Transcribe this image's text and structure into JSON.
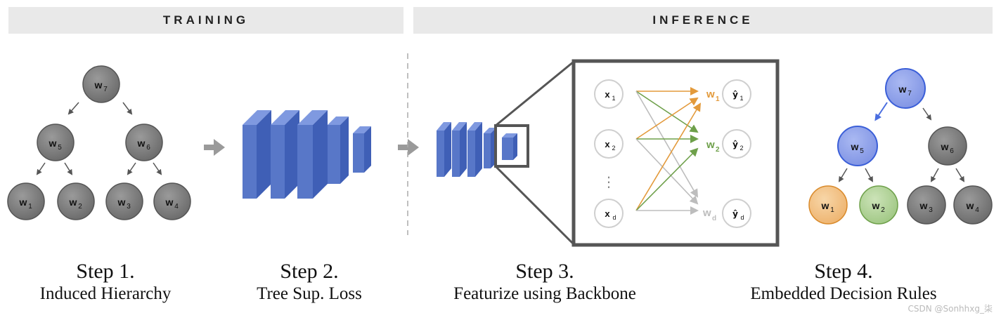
{
  "banners": {
    "training": "TRAINING",
    "inference": "INFERENCE"
  },
  "steps": [
    {
      "number": "Step 1.",
      "description": "Induced Hierarchy"
    },
    {
      "number": "Step 2.",
      "description": "Tree Sup. Loss"
    },
    {
      "number": "Step 3.",
      "description": "Featurize using Backbone"
    },
    {
      "number": "Step 4.",
      "description": "Embedded Decision Rules"
    }
  ],
  "tree_labels": {
    "root": "7",
    "left": "5",
    "right": "6",
    "leaves": [
      "1",
      "2",
      "3",
      "4"
    ],
    "letter": "w"
  },
  "features": {
    "inputs": [
      "1",
      "2",
      "d"
    ],
    "outputs": [
      "1",
      "2",
      "d"
    ],
    "input_letter": "x",
    "weight_letter": "w",
    "output_letter": "ŷ",
    "ellipsis": "⋮"
  },
  "colors": {
    "node_gray": "#7a7a7a",
    "node_blue": "#8fa2ea",
    "leaf_orange": "#f2c38a",
    "leaf_green": "#b6d59d",
    "arrow_orange": "#e39a3b",
    "arrow_green": "#6ea04a",
    "arrow_gray": "#bdbdbd",
    "backbone_blue": "#5877c8",
    "frame": "#555555"
  },
  "watermark": "CSDN @Sonhhxg_柒"
}
